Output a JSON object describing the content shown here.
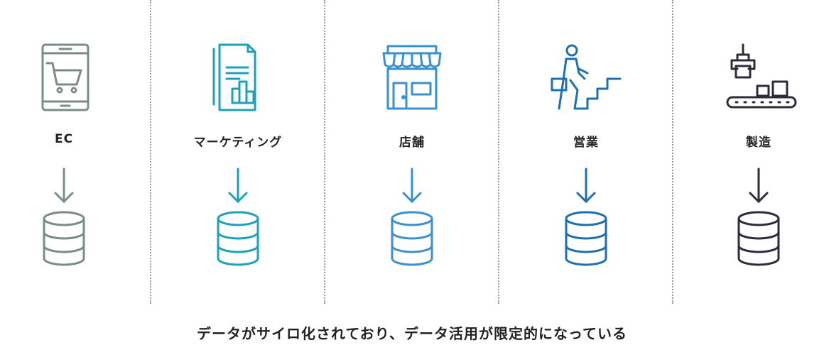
{
  "columns": [
    {
      "label": "EC",
      "icon": "smartphone-cart-icon",
      "color": "#7a8c8a"
    },
    {
      "label": "マーケティング",
      "icon": "document-chart-icon",
      "color": "#1aa3b8"
    },
    {
      "label": "店舗",
      "icon": "storefront-icon",
      "color": "#3a91cf"
    },
    {
      "label": "営業",
      "icon": "businessperson-stairs-icon",
      "color": "#1f6fae"
    },
    {
      "label": "製造",
      "icon": "factory-conveyor-icon",
      "color": "#2d2d3a"
    }
  ],
  "caption": "データがサイロ化されており、データ活用が限定的になっている"
}
